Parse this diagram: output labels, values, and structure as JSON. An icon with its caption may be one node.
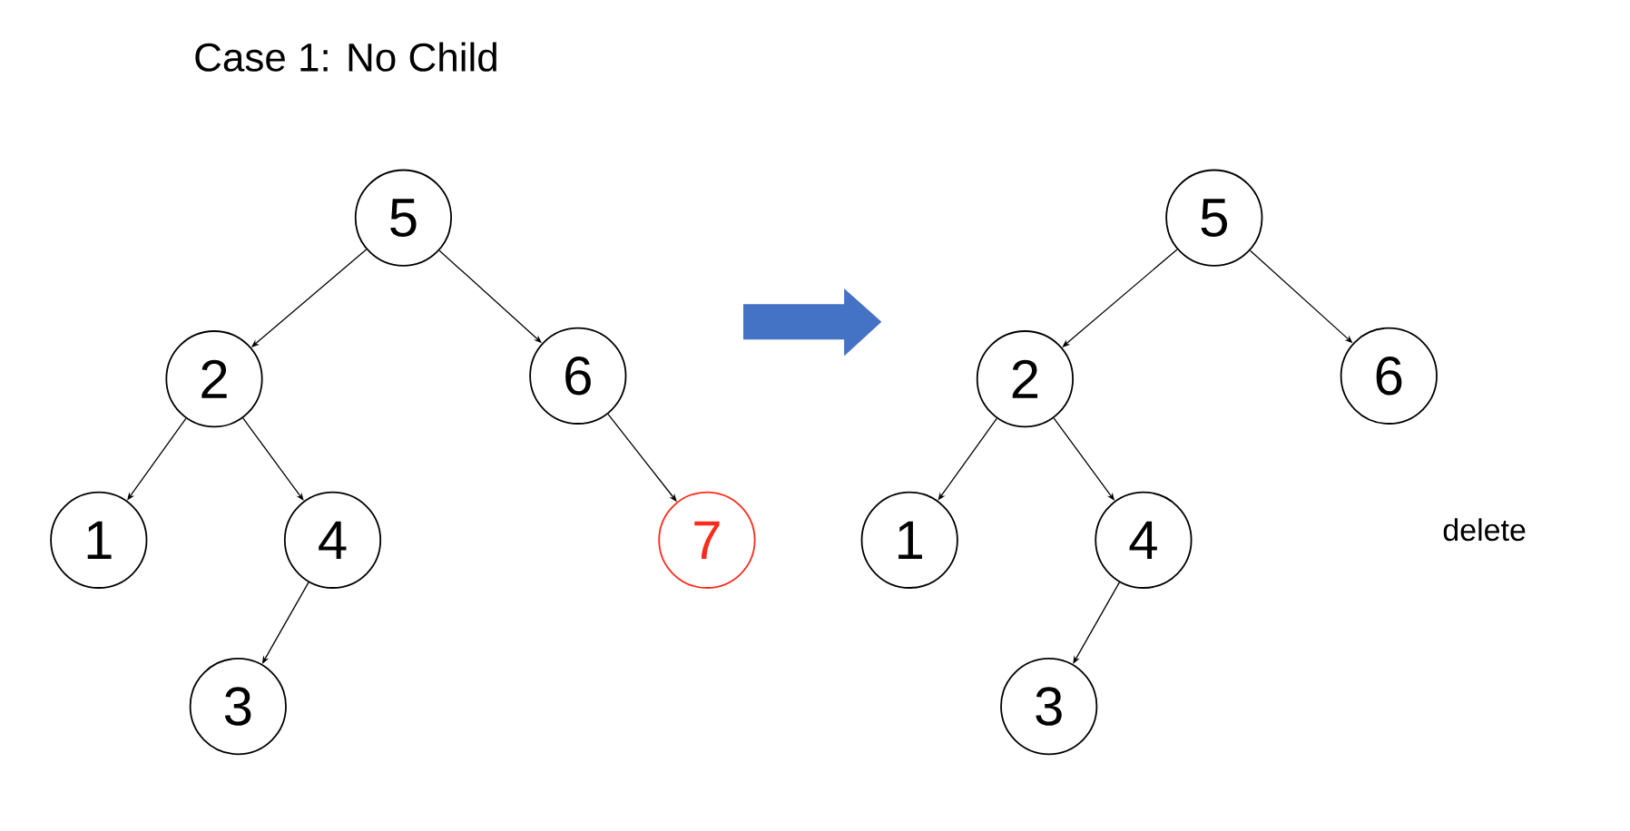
{
  "diagram": {
    "title": "Case 1: No Child",
    "nodes": [
      {
        "text": [
          "5"
        ]
      },
      {
        "text": [
          "2"
        ]
      },
      {
        "text": [
          "6"
        ]
      },
      {
        "text": [
          "1"
        ]
      },
      {
        "text": [
          "4"
        ]
      },
      {
        "text": [
          "7"
        ]
      },
      {
        "text": [
          "3"
        ]
      },
      {
        "text": [
          "5"
        ]
      },
      {
        "text": [
          "2"
        ]
      },
      {
        "text": [
          "6"
        ]
      },
      {
        "text": [
          "1"
        ]
      },
      {
        "text": [
          "4"
        ]
      },
      {
        "text": [
          "3"
        ]
      }
    ],
    "edges": [
      {
        "from": 0,
        "to": 1,
        "arrow": "to"
      },
      {
        "from": 0,
        "to": 2,
        "arrow": "to"
      },
      {
        "from": 1,
        "to": 3,
        "arrow": "to"
      },
      {
        "from": 1,
        "to": 4,
        "arrow": "to"
      },
      {
        "from": 2,
        "to": 5,
        "arrow": "to"
      },
      {
        "from": 4,
        "to": 6,
        "arrow": "to"
      },
      {
        "from": 7,
        "to": 8,
        "arrow": "to"
      },
      {
        "from": 7,
        "to": 9,
        "arrow": "to"
      },
      {
        "from": 8,
        "to": 10,
        "arrow": "to"
      },
      {
        "from": 8,
        "to": 11,
        "arrow": "to"
      },
      {
        "from": 11,
        "to": 12,
        "arrow": "to"
      }
    ],
    "labels": [
      "delete"
    ]
  }
}
